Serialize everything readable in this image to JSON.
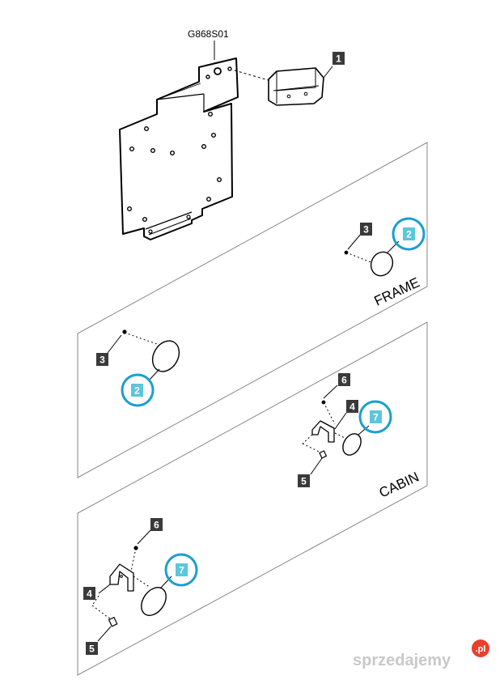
{
  "diagram": {
    "code": "G868S01",
    "labels": {
      "frame": "FRAME",
      "cabin": "CABIN"
    },
    "callouts": {
      "c1": "1",
      "c3a": "3",
      "c2a": "2",
      "c3b": "3",
      "c2b": "2",
      "c6a": "6",
      "c4a": "4",
      "c7a": "7",
      "c5a": "5",
      "c6b": "6",
      "c4b": "4",
      "c7b": "7",
      "c5b": "5"
    },
    "colors": {
      "callout_dark": "#3a3a3a",
      "callout_highlight": "#5bc6dc",
      "highlight_ring": "#1a9fd0",
      "line": "#000000",
      "watermark": "#c9c9c9",
      "watermark_dot": "#e8402c"
    }
  },
  "watermark": {
    "text": "sprzedajemy",
    "badge": ".pl",
    "icon": "watermark-logo-icon"
  }
}
